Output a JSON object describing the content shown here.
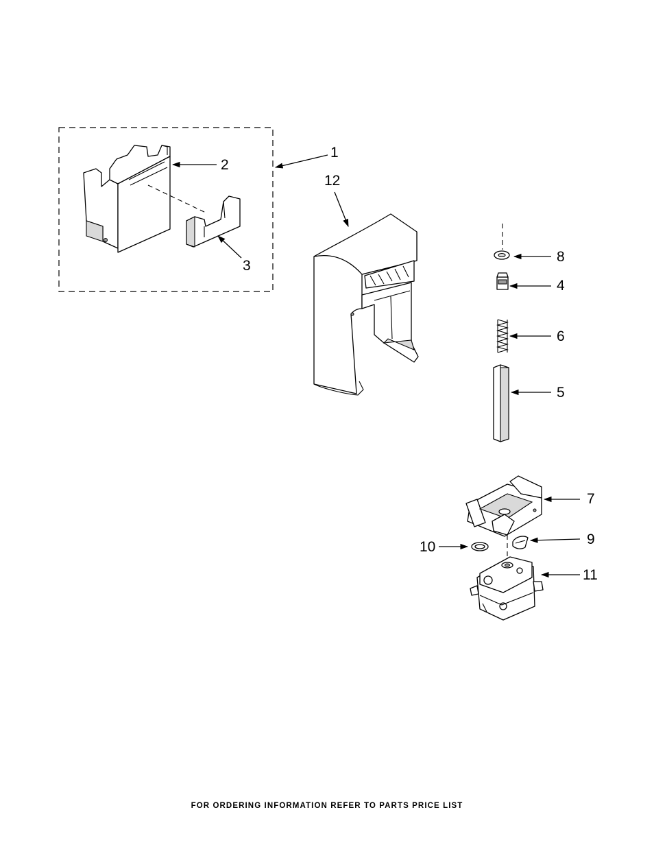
{
  "callouts": {
    "c1": "1",
    "c2": "2",
    "c3": "3",
    "c4": "4",
    "c5": "5",
    "c6": "6",
    "c7": "7",
    "c8": "8",
    "c9": "9",
    "c10": "10",
    "c11": "11",
    "c12": "12"
  },
  "footer": "FOR ORDERING INFORMATION REFER TO PARTS PRICE LIST"
}
